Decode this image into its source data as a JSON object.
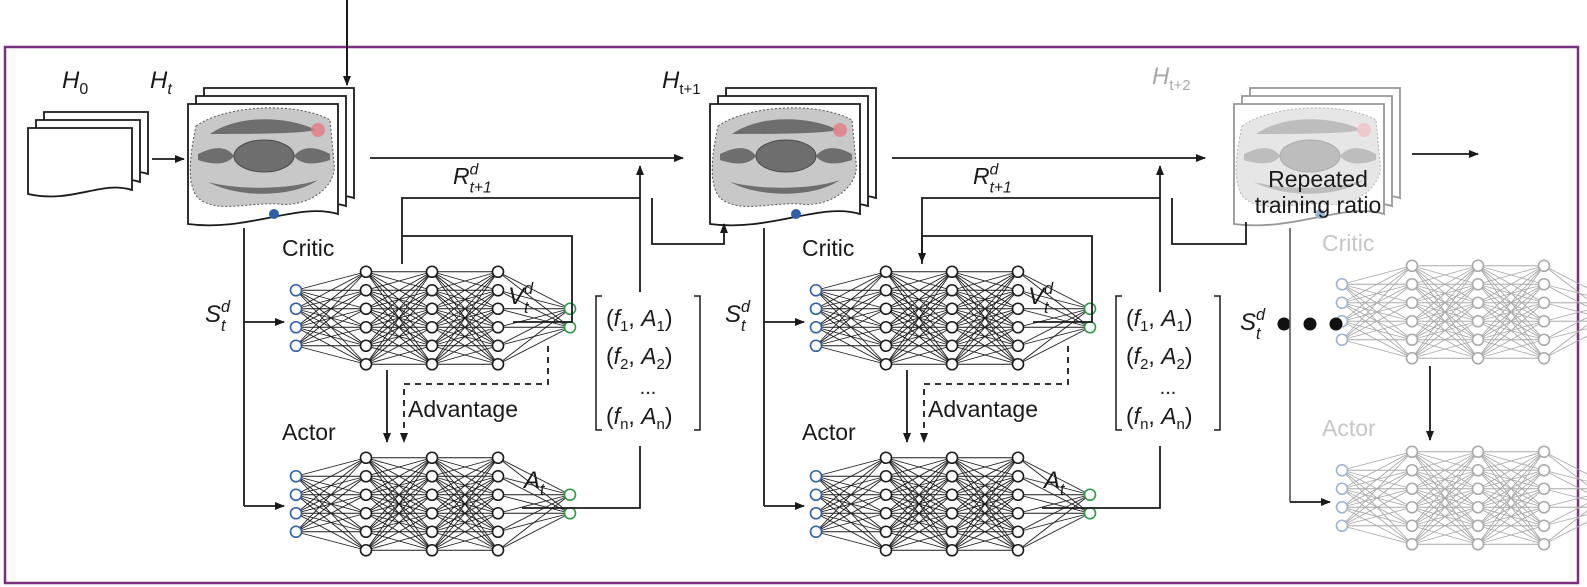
{
  "colors": {
    "frame": "#7b2f7f",
    "input_nodes": "#2f5fa8",
    "output_nodes": "#2e9a44",
    "hidden_nodes": "#1a1a1a",
    "faded": "#b5b5b5",
    "target_spot": "#e57b86",
    "plasma_dark": "#6e6e6e",
    "plasma_light": "#c8c8c8"
  },
  "history": {
    "h0": {
      "base": "H",
      "sub": "0"
    },
    "ht": {
      "base": "H",
      "sub": "t"
    },
    "ht1": {
      "base": "H",
      "sub": "t+1"
    },
    "ht2": {
      "base": "H",
      "sub": "t+2"
    }
  },
  "panels": [
    {
      "critic": "Critic",
      "actor": "Actor",
      "advantage": "Advantage",
      "state": {
        "base": "S",
        "sup": "d",
        "sub": "t"
      },
      "value": {
        "base": "V",
        "sup": "d",
        "sub": "t"
      },
      "action": {
        "base": "A",
        "sub": "t"
      },
      "reward": {
        "base": "R",
        "sup": "d",
        "sub": "t+1"
      },
      "pairs": [
        {
          "f": "f",
          "fsub": "1",
          "a": "A",
          "asub": "1"
        },
        {
          "f": "f",
          "fsub": "2",
          "a": "A",
          "asub": "2"
        },
        {
          "ellipsis": "..."
        },
        {
          "f": "f",
          "fsub": "n",
          "a": "A",
          "asub": "n"
        }
      ]
    },
    {
      "critic": "Critic",
      "actor": "Actor",
      "advantage": "Advantage",
      "state": {
        "base": "S",
        "sup": "d",
        "sub": "t"
      },
      "value": {
        "base": "V",
        "sup": "d",
        "sub": "t"
      },
      "action": {
        "base": "A",
        "sub": "t"
      },
      "reward": {
        "base": "R",
        "sup": "d",
        "sub": "t+1"
      },
      "pairs": [
        {
          "f": "f",
          "fsub": "1",
          "a": "A",
          "asub": "1"
        },
        {
          "f": "f",
          "fsub": "2",
          "a": "A",
          "asub": "2"
        },
        {
          "ellipsis": "..."
        },
        {
          "f": "f",
          "fsub": "n",
          "a": "A",
          "asub": "n"
        }
      ]
    }
  ],
  "faded_panel": {
    "critic": "Critic",
    "actor": "Actor",
    "state": {
      "base": "S",
      "sup": "d",
      "sub": "t"
    },
    "note_line1": "Repeated",
    "note_line2": "training ratio"
  },
  "network_layers": {
    "input": 4,
    "hidden": [
      6,
      6,
      6
    ],
    "output": 2
  }
}
